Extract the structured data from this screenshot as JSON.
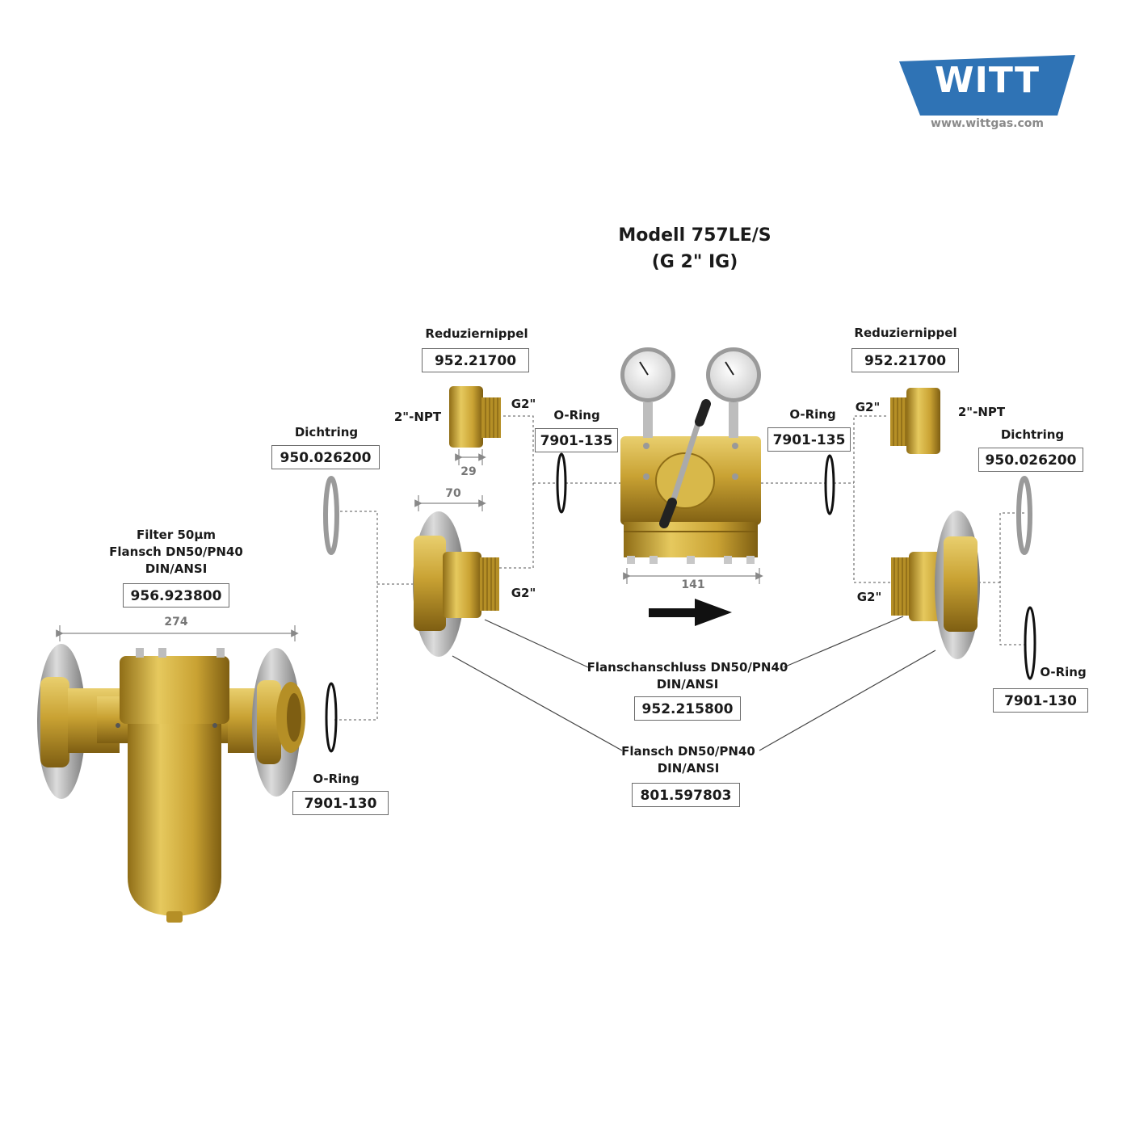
{
  "logo": {
    "brand": "WITT",
    "url": "www.wittgas.com",
    "color": "#2f73b5"
  },
  "title": {
    "line1": "Modell 757LE/S",
    "line2": "(G 2\" IG)"
  },
  "parts": {
    "reduziernippel_left": {
      "name": "Reduziernippel",
      "number": "952.21700"
    },
    "reduziernippel_right": {
      "name": "Reduziernippel",
      "number": "952.21700"
    },
    "oring_135_left": {
      "name": "O-Ring",
      "number": "7901-135"
    },
    "oring_135_right": {
      "name": "O-Ring",
      "number": "7901-135"
    },
    "dichtring_left": {
      "name": "Dichtring",
      "number": "950.026200"
    },
    "dichtring_right": {
      "name": "Dichtring",
      "number": "950.026200"
    },
    "filter": {
      "line1": "Filter 50µm",
      "line2": "Flansch DN50/PN40",
      "line3": "DIN/ANSI",
      "number": "956.923800"
    },
    "oring_130_left": {
      "name": "O-Ring",
      "number": "7901-130"
    },
    "oring_130_right": {
      "name": "O-Ring",
      "number": "7901-130"
    },
    "flanschanschluss": {
      "line1": "Flanschanschluss DN50/PN40",
      "line2": "DIN/ANSI",
      "number": "952.215800"
    },
    "flansch": {
      "line1": "Flansch DN50/PN40",
      "line2": "DIN/ANSI",
      "number": "801.597803"
    }
  },
  "thread_labels": {
    "npt_left": "2\"-NPT",
    "g2_nipple_left": "G2\"",
    "g2_flange_left": "G2\"",
    "npt_right": "2\"-NPT",
    "g2_nipple_right": "G2\"",
    "g2_flange_right": "G2\""
  },
  "dimensions": {
    "nipple_length": "29",
    "flange_length": "70",
    "regulator_width": "141",
    "filter_length": "274"
  },
  "colors": {
    "brass": "#c9a233",
    "brass_dark": "#8f6d16",
    "steel": "#b5b5b5",
    "line": "#444444"
  }
}
